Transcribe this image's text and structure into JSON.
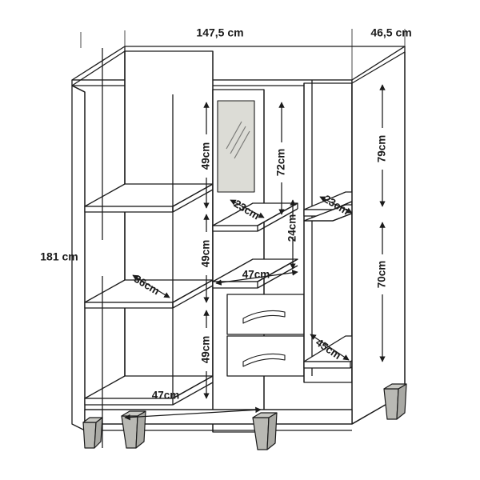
{
  "drawing": {
    "title": "wardrobe-technical-drawing",
    "type": "isometric-furniture-dimension-diagram",
    "units": "cm",
    "colors": {
      "line": "#1b1b1b",
      "background": "#ffffff",
      "mirror_fill": "#dcdcd6",
      "leg_fill": "#b9b9b4",
      "panel_fill": "#ffffff"
    },
    "overall": {
      "width_label": "147,5 cm",
      "depth_label": "46,5 cm",
      "height_label": "181 cm"
    },
    "interior": {
      "left_shelf_heights": [
        "49cm",
        "49cm",
        "49cm"
      ],
      "left_shelf_depth": "36cm",
      "left_bottom_width": "47cm",
      "mirror_section_height": "72cm",
      "mirror_shelf_depth": "23cm",
      "middle_open_height": "24cm",
      "middle_width": "47cm",
      "right_hanging_height": "79cm",
      "right_rail_depth": "23cm",
      "right_lower_height": "70cm",
      "right_bottom_depth": "45cm"
    },
    "components": {
      "mirror_panel": "mirror",
      "drawer_top": "drawer",
      "drawer_bottom": "drawer",
      "hanging_rail": "clothes-rail",
      "legs_count": 4
    }
  },
  "labels": {
    "top_width": "147,5 cm",
    "top_depth": "46,5 cm",
    "side_height": "181 cm",
    "l49_a": "49cm",
    "l49_b": "49cm",
    "l49_c": "49cm",
    "l36": "36cm",
    "l47_bottom": "47cm",
    "l72": "72cm",
    "l23_mid": "23cm",
    "l24": "24cm",
    "l47_mid": "47cm",
    "l79": "79cm",
    "l23_right": "23cm",
    "l70": "70cm",
    "l45": "45cm"
  }
}
